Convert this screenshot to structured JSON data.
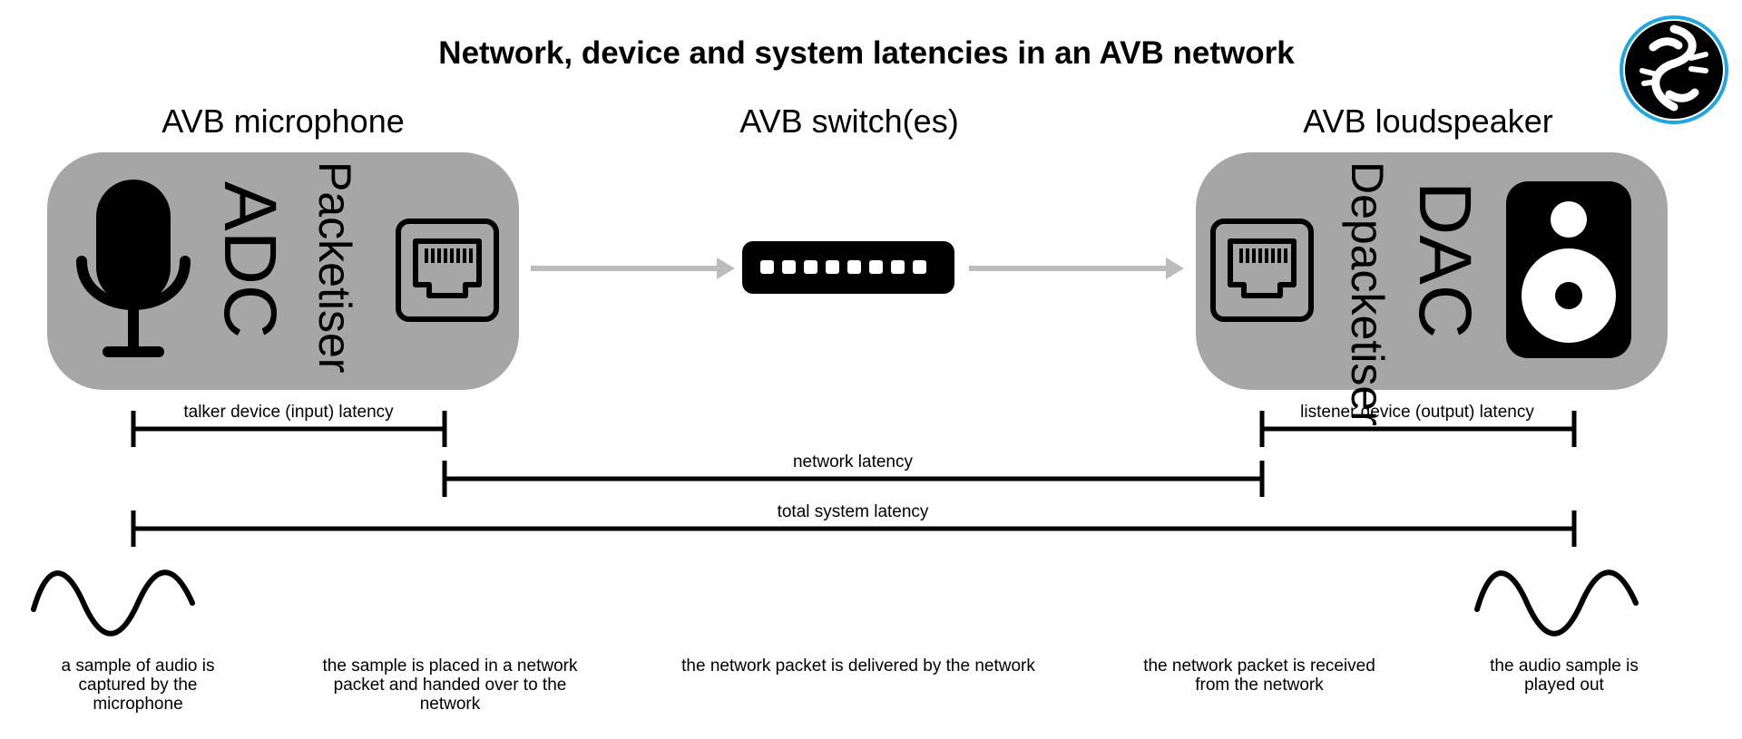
{
  "title": "Network, device and system latencies in an AVB network",
  "devices": {
    "talker": {
      "heading": "AVB microphone",
      "converter": "ADC",
      "packet_stage": "Packetiser"
    },
    "switch": {
      "heading": "AVB switch(es)"
    },
    "listener": {
      "heading": "AVB loudspeaker",
      "converter": "DAC",
      "packet_stage": "Depacketiser"
    }
  },
  "latencies": {
    "talker": "talker device (input) latency",
    "listener": "listener device (output) latency",
    "network": "network latency",
    "total": "total system latency"
  },
  "captions": [
    [
      "a sample of audio is",
      "captured by the",
      "microphone"
    ],
    [
      "the sample is placed in a network",
      "packet and handed over to the",
      "network"
    ],
    [
      "the network packet is delivered by the network"
    ],
    [
      "the network packet is received",
      "from the network"
    ],
    [
      "the audio sample is",
      "played out"
    ]
  ],
  "colors": {
    "device_box": "#a6a6a6",
    "arrow": "#bcbcbc",
    "ink": "#000000",
    "logo_ring": "#1ea6e0"
  },
  "icons": {
    "microphone": "microphone-icon",
    "ethernet_port": "ethernet-port-icon",
    "switch": "network-switch-icon",
    "speaker": "loudspeaker-icon",
    "sine_wave": "sine-wave-icon",
    "logo": "logo-icon"
  }
}
